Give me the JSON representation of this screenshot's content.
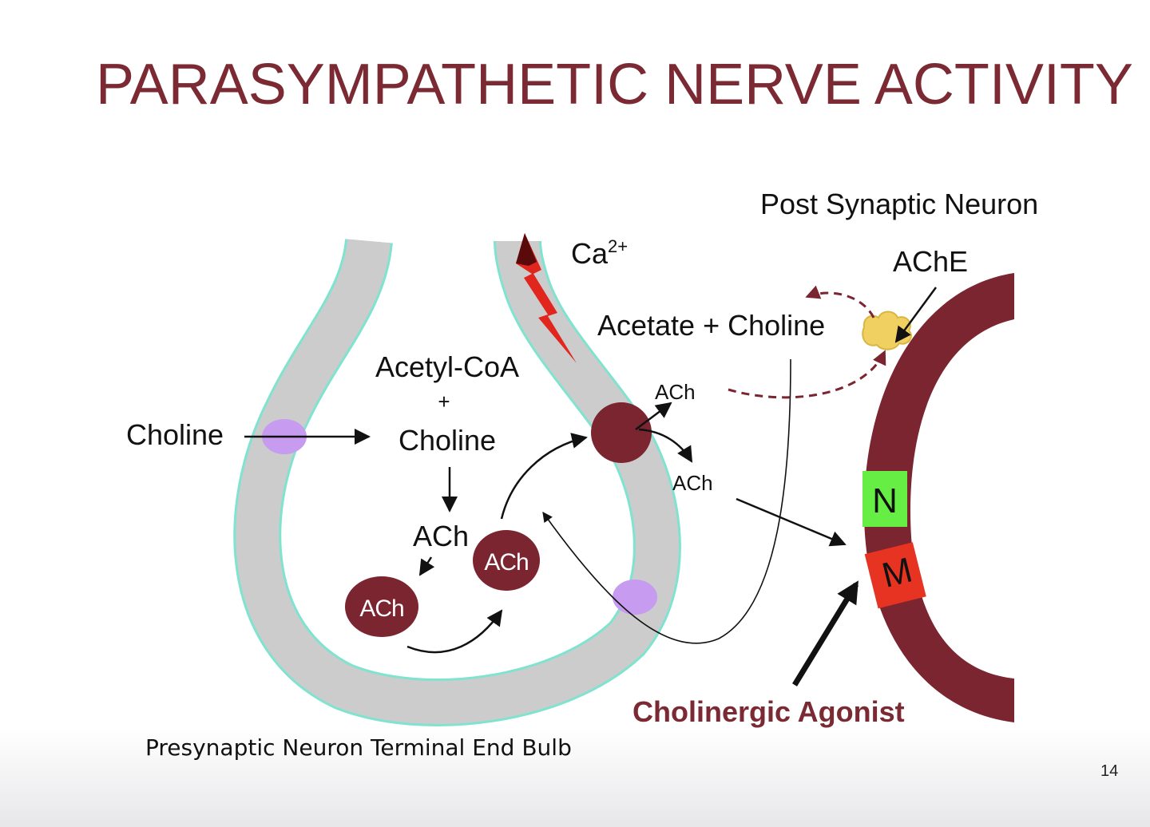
{
  "slide": {
    "title": "PARASYMPATHETIC NERVE ACTIVITY",
    "page_number": "14"
  },
  "labels": {
    "post_synaptic_neuron": "Post Synaptic Neuron",
    "ca": "Ca",
    "ca_superscript": "2+",
    "ache": "AChE",
    "acetate_choline": "Acetate + Choline",
    "acetyl_coa": "Acetyl-CoA",
    "plus": "+",
    "choline_inner": "Choline",
    "choline_outer": "Choline",
    "ach_free": "ACh",
    "ach_released_top": "ACh",
    "ach_released_bottom": "ACh",
    "ach_vesicle_left": "ACh",
    "ach_vesicle_right": "ACh",
    "receptor_n": "N",
    "receptor_m": "M",
    "cholinergic_agonist": "Cholinergic Agonist",
    "presynaptic_caption": "Presynaptic Neuron Terminal End Bulb"
  },
  "colors": {
    "title": "#7b2a33",
    "maroon": "#7a2530",
    "membrane_gray": "#cccccc",
    "membrane_edge": "#7fe3d0",
    "transporter": "#c79bf0",
    "lightning_dark": "#5a0a0a",
    "lightning_red": "#e0261d",
    "enzyme": "#f0d060",
    "receptor_n": "#66ee44",
    "receptor_m": "#e63322",
    "agonist_text": "#7b2a33"
  }
}
